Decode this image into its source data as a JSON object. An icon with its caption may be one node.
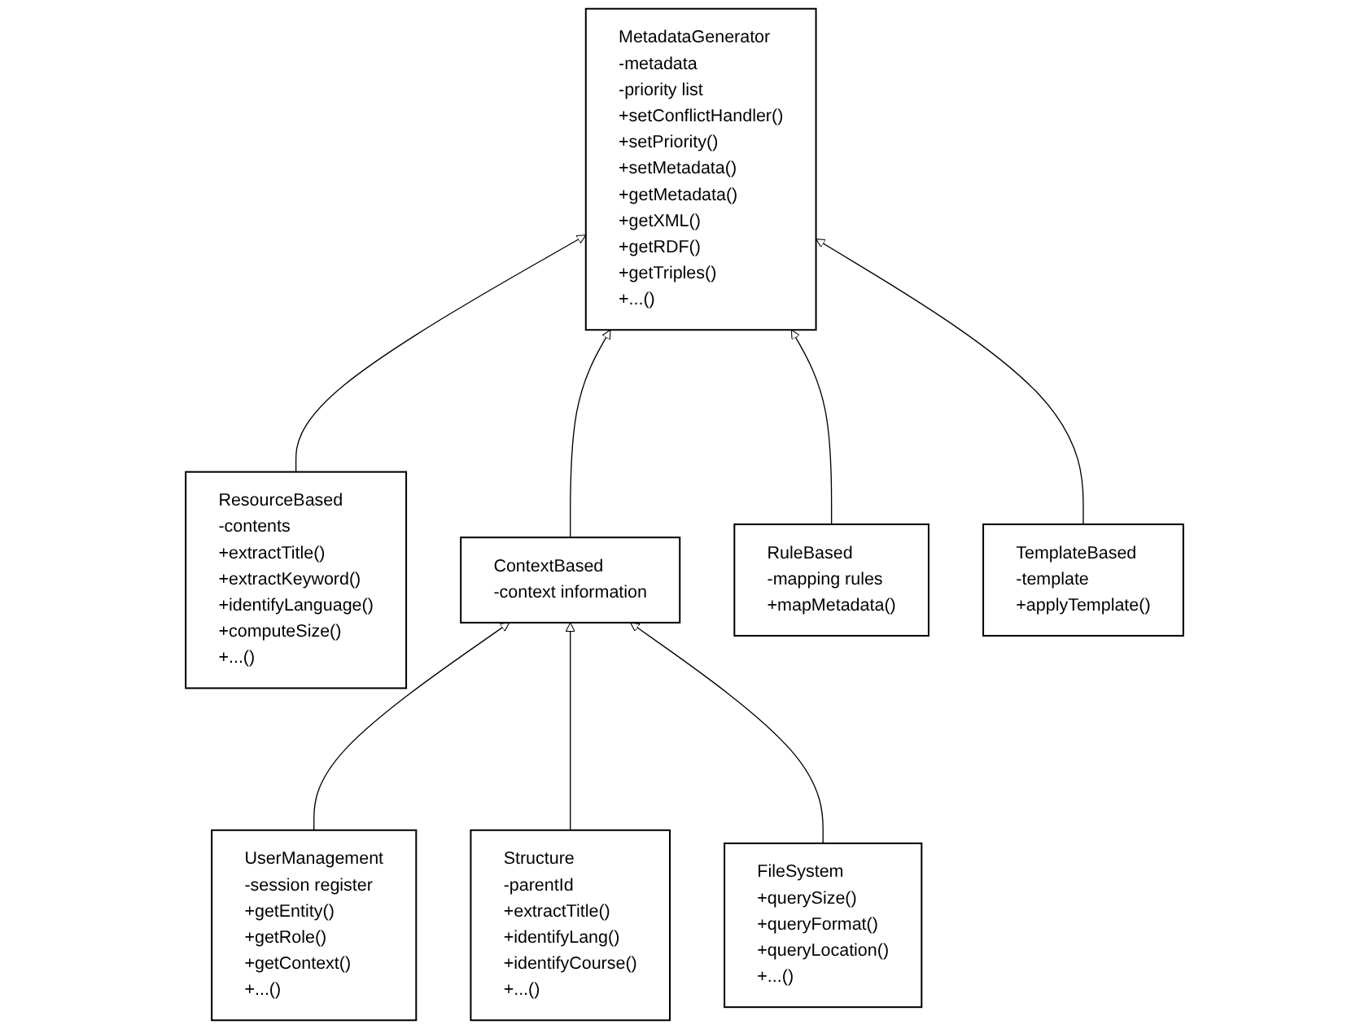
{
  "diagram": {
    "nodes": [
      {
        "text": [
          "MetadataGenerator",
          "-metadata",
          "-priority list",
          "+setConflictHandler()",
          "+setPriority()",
          "+setMetadata()",
          "+getMetadata()",
          "+getXML()",
          "+getRDF()",
          "+getTriples()",
          "+...()"
        ]
      },
      {
        "text": [
          "ResourceBased",
          "-contents",
          "+extractTitle()",
          "+extractKeyword()",
          "+identifyLanguage()",
          "+computeSize()",
          "+...()"
        ]
      },
      {
        "text": [
          "RuleBased",
          "-mapping rules",
          "+mapMetadata()"
        ]
      },
      {
        "text": [
          "ContextBased",
          "-context information"
        ]
      },
      {
        "text": [
          "TemplateBased",
          "-template",
          "+applyTemplate()"
        ]
      },
      {
        "text": [
          "UserManagement",
          "-session register",
          "+getEntity()",
          "+getRole()",
          "+getContext()",
          "+...()"
        ]
      },
      {
        "text": [
          "Structure",
          "-parentId",
          "+extractTitle()",
          "+identifyLang()",
          "+identifyCourse()",
          "+...()"
        ]
      },
      {
        "text": [
          "FileSystem",
          "+querySize()",
          "+queryFormat()",
          "+queryLocation()",
          "+...()"
        ]
      }
    ],
    "edges": [
      {
        "from": 1,
        "to": 0,
        "arrow": "to"
      },
      {
        "from": 3,
        "to": 0,
        "arrow": "to"
      },
      {
        "from": 2,
        "to": 0,
        "arrow": "to"
      },
      {
        "from": 4,
        "to": 0,
        "arrow": "to"
      },
      {
        "from": 5,
        "to": 3,
        "arrow": "to"
      },
      {
        "from": 6,
        "to": 3,
        "arrow": "to"
      },
      {
        "from": 7,
        "to": 3,
        "arrow": "to"
      }
    ]
  }
}
